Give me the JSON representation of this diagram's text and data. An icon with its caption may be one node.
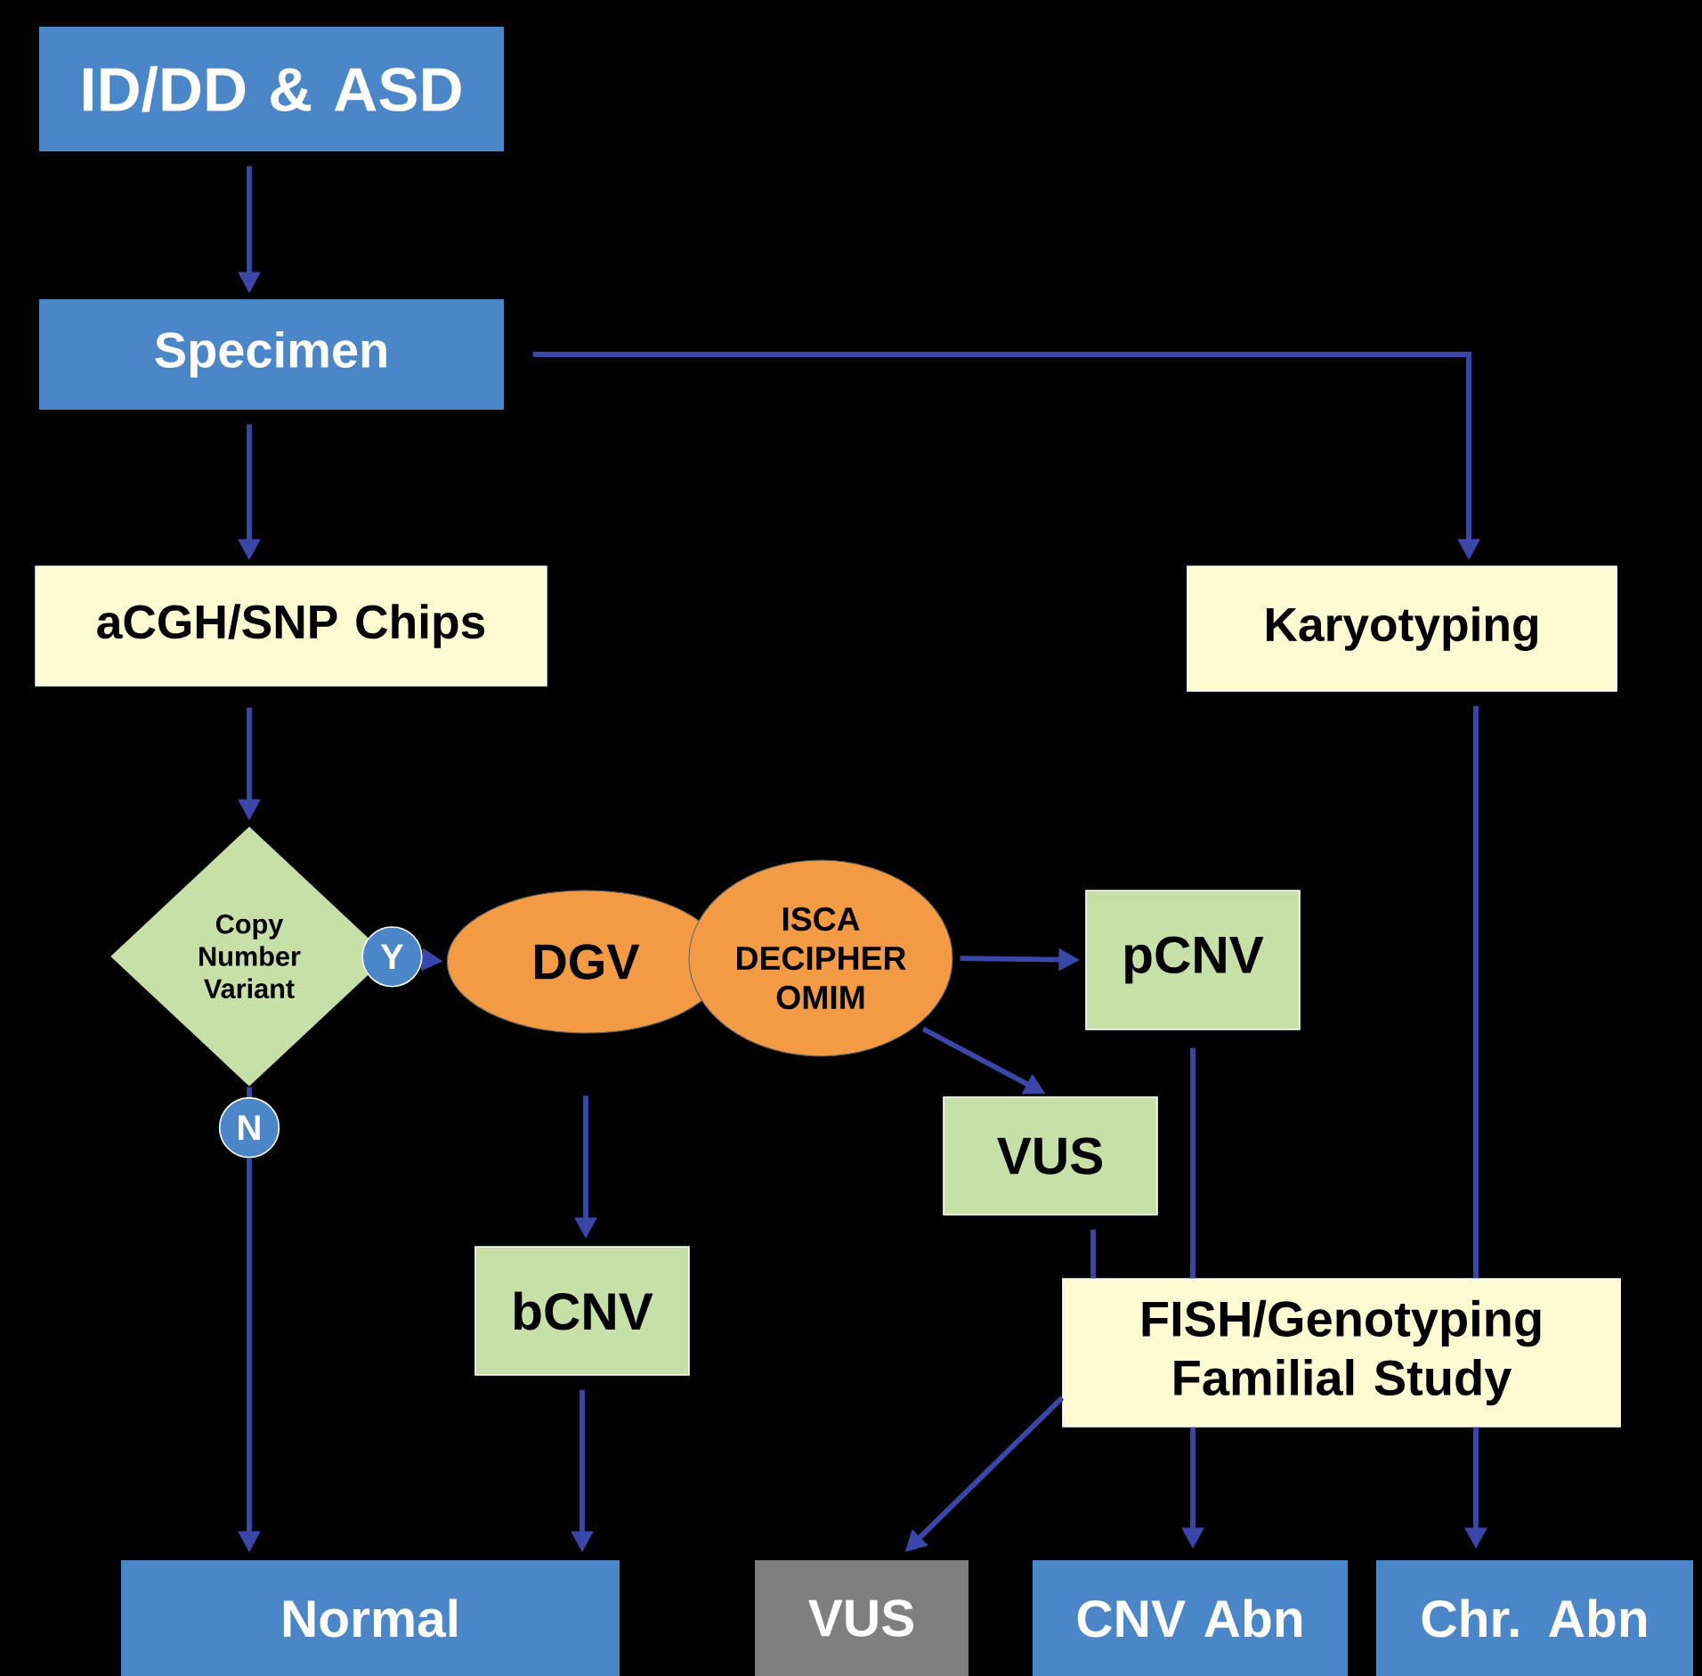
{
  "diagram": {
    "nodes": [
      {
        "text": [
          "ID/DD & ASD"
        ]
      },
      {
        "text": [
          "Specimen"
        ]
      },
      {
        "text": [
          "aCGH/SNP Chips"
        ]
      },
      {
        "text": [
          "Karyotyping"
        ]
      },
      {
        "text": [
          "Copy Number Variant"
        ]
      },
      {
        "text": [
          "DGV"
        ]
      },
      {
        "text": [
          "ISCA DECIPHER OMIM"
        ]
      },
      {
        "text": [
          "pCNV"
        ]
      },
      {
        "text": [
          "VUS"
        ]
      },
      {
        "text": [
          "bCNV"
        ]
      },
      {
        "text": [
          "FISH/Genotyping Familial Study"
        ]
      },
      {
        "text": [
          "Normal"
        ]
      },
      {
        "text": [
          "VUS"
        ]
      },
      {
        "text": [
          "CNV Abn"
        ]
      },
      {
        "text": [
          "Chr. Abn"
        ]
      }
    ],
    "edges": [
      {
        "from": 0,
        "to": 1,
        "arrow": "to"
      },
      {
        "from": 1,
        "to": 3,
        "arrow": "to"
      },
      {
        "from": 1,
        "to": 2,
        "arrow": "to"
      },
      {
        "from": 2,
        "to": 4,
        "arrow": "to"
      },
      {
        "from": 4,
        "to": 5,
        "arrow": "to",
        "label": "Y"
      },
      {
        "from": 4,
        "to": 11,
        "arrow": "to",
        "label": "N"
      },
      {
        "from": 6,
        "to": 7,
        "arrow": "to"
      },
      {
        "from": 6,
        "to": 8,
        "arrow": "to"
      },
      {
        "from": 5,
        "to": 9,
        "arrow": "to"
      },
      {
        "from": 9,
        "to": 11,
        "arrow": "to"
      },
      {
        "from": 7,
        "to": 10,
        "arrow": "none"
      },
      {
        "from": 8,
        "to": 10,
        "arrow": "none"
      },
      {
        "from": 3,
        "to": 10,
        "arrow": "none"
      },
      {
        "from": 10,
        "to": 12,
        "arrow": "to"
      },
      {
        "from": 10,
        "to": 13,
        "arrow": "to"
      },
      {
        "from": 10,
        "to": 14,
        "arrow": "to"
      }
    ]
  }
}
